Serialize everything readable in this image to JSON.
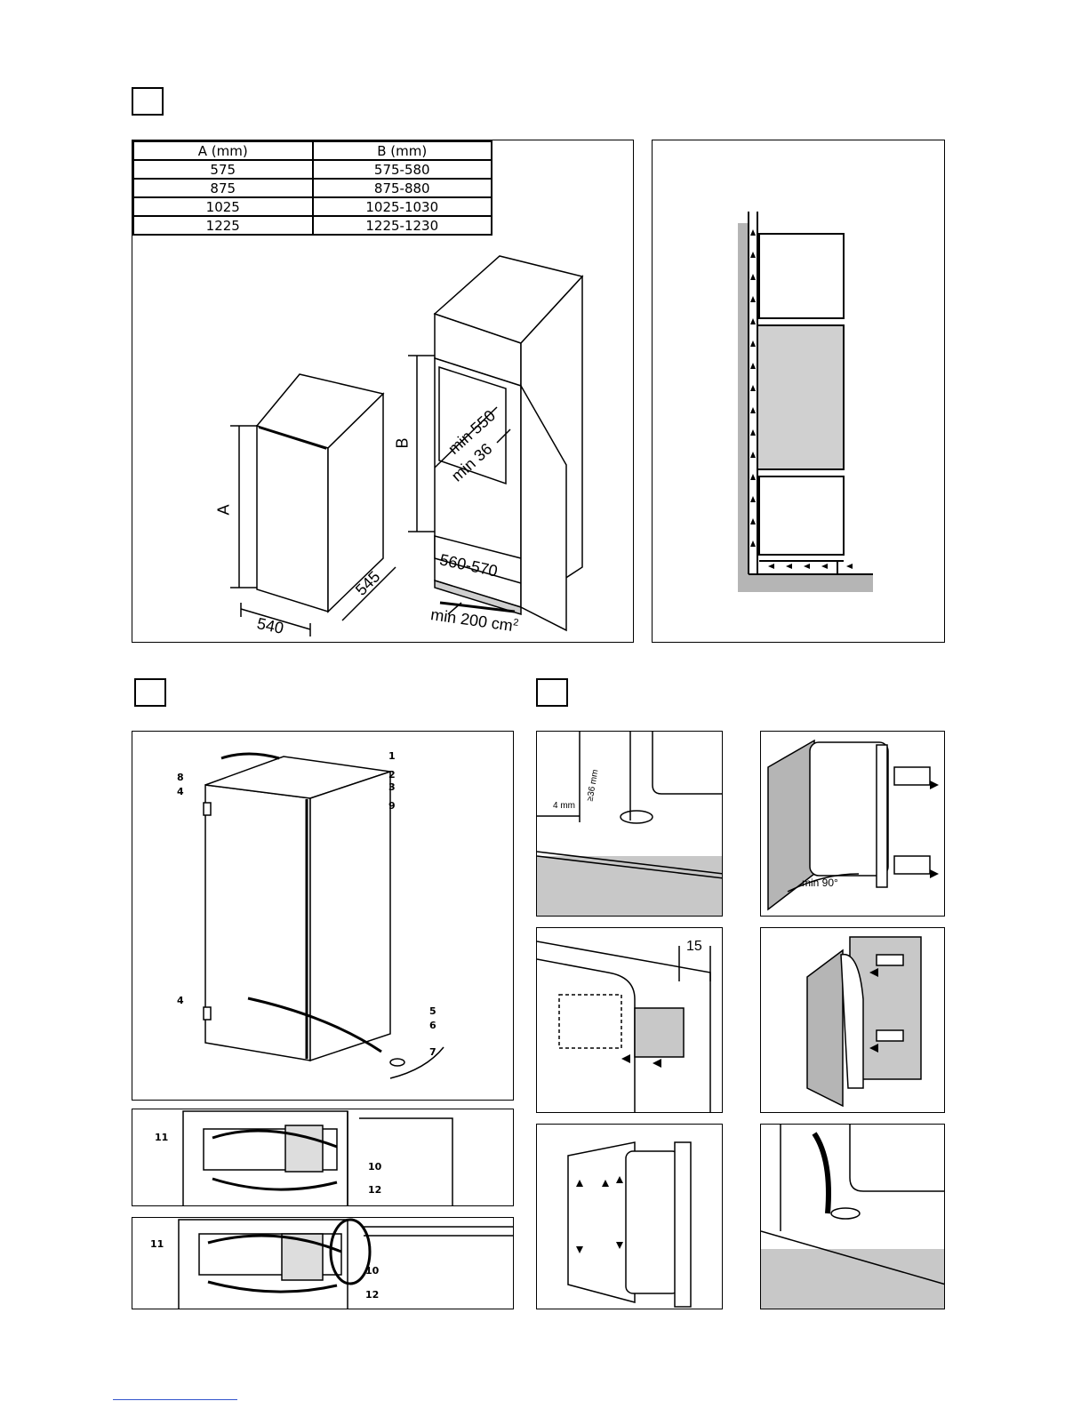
{
  "section1": {
    "table": {
      "headers": [
        "A (mm)",
        "B (mm)"
      ],
      "rows": [
        [
          "575",
          "575-580"
        ],
        [
          "875",
          "875-880"
        ],
        [
          "1025",
          "1025-1030"
        ],
        [
          "1225",
          "1225-1230"
        ]
      ]
    },
    "labels": {
      "A": "A",
      "B": "B",
      "width": "540",
      "depth": "545",
      "min_depth": "min 550",
      "min_gap": "min 36",
      "niche_width": "560-570",
      "vent": "min 200 cm",
      "vent_sup": "2"
    }
  },
  "section2": {
    "callouts": [
      "1",
      "2",
      "3",
      "8",
      "4",
      "9",
      "4",
      "5",
      "6",
      "7"
    ],
    "callouts_b": [
      "11",
      "10",
      "12"
    ],
    "callouts_c": [
      "11",
      "10",
      "12"
    ]
  },
  "section3": {
    "labels": {
      "gap36": "≥36 mm",
      "gap4": "4 mm",
      "angle": "min 90°",
      "dim15": "15"
    }
  },
  "colors": {
    "line": "#000000",
    "wall": "#b5b5b5",
    "panel_fill": "#ffffff",
    "link": "#3355cc"
  }
}
